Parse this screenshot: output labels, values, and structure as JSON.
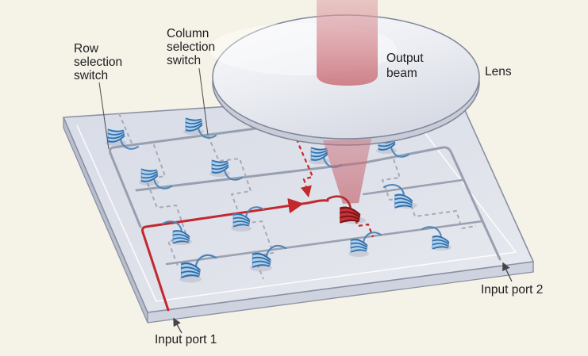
{
  "figure": {
    "title": "Optical beam-steering photonic switch chip with output lens",
    "type": "3d-schematic-illustration"
  },
  "labels": {
    "row_switch": {
      "lines": [
        "Row",
        "selection",
        "switch"
      ]
    },
    "column_switch": {
      "lines": [
        "Column",
        "selection",
        "switch"
      ]
    },
    "output_beam": {
      "lines": [
        "Output",
        "beam"
      ]
    },
    "lens": "Lens",
    "input_port_1": "Input port 1",
    "input_port_2": "Input port 2"
  },
  "components": {
    "grating_couplers_inactive": 14,
    "grating_couplers_active": 1,
    "row_waveguides": 4,
    "column_selection_paths": 4,
    "input_ports": 2,
    "lenses": 1
  },
  "colors": {
    "background": "#f5f3e8",
    "chip_surface": "#dfe2ea",
    "chip_side": "#c3c9d6",
    "waveguide_gray": "#98a0b0",
    "inactive_dashed": "#a6abb8",
    "active_path_red": "#c2292f",
    "beam_pink": "#d98f97",
    "coupler_fill": "#aed0ec",
    "coupler_stroke": "#2f6da8",
    "lens_fill": "#e9ebf1",
    "text": "#1d1d1f"
  }
}
